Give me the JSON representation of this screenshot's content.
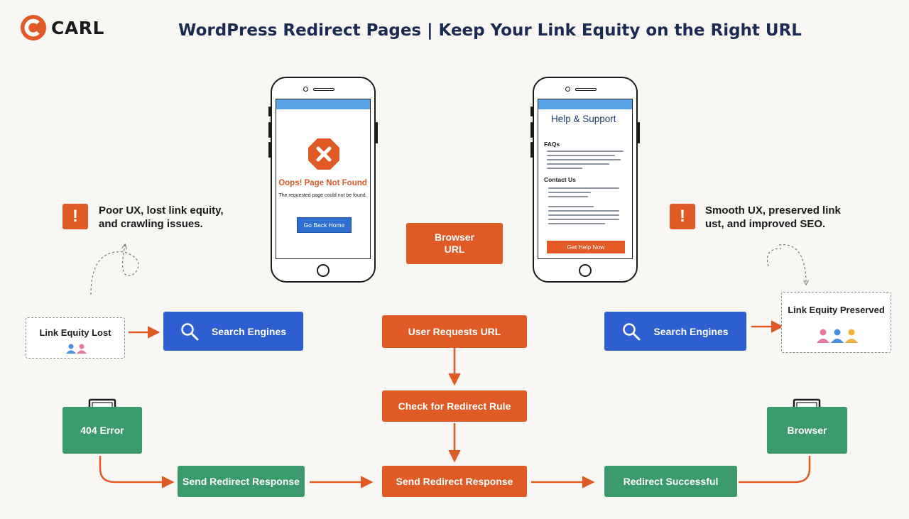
{
  "brand": {
    "name": "CARL",
    "color": "#e05a26"
  },
  "title": "WordPress Redirect Pages | Keep Your Link Equity on the Right URL",
  "colors": {
    "orange": "#e05a26",
    "blue": "#2d5fd1",
    "green": "#3b9a6b",
    "navy": "#1b2a52"
  },
  "left_phone": {
    "heading": "Oops! Page Not Found",
    "message": "The requested page could not be found.",
    "button": "Go Back Home",
    "icon": "stop-x-icon"
  },
  "right_phone": {
    "heading": "Help & Support",
    "faq_heading": "FAQs",
    "contact_heading": "Contact Us",
    "button": "Get Help Now"
  },
  "left_note": "Poor UX, lost link equity, and crawling issues.",
  "right_note": "Smooth UX, preserved link ust, and improved SEO.",
  "nodes": {
    "browser_url": "Browser URL",
    "user_requests": "User Requests URL",
    "check_redirect": "Check for Redirect Rule",
    "send_redirect_center": "Send Redirect Response",
    "send_redirect_left": "Send Redirect Response",
    "redirect_successful": "Redirect Successful",
    "error_404": "404 Error",
    "browser": "Browser",
    "search_left": "Search Engines",
    "search_right": "Search Engines",
    "link_lost": "Link Equity Lost",
    "link_preserved": "Link Equity Preserved"
  },
  "icons": [
    "search-icon",
    "monitor-icon",
    "people-icon",
    "warning-icon",
    "stop-x-icon"
  ]
}
